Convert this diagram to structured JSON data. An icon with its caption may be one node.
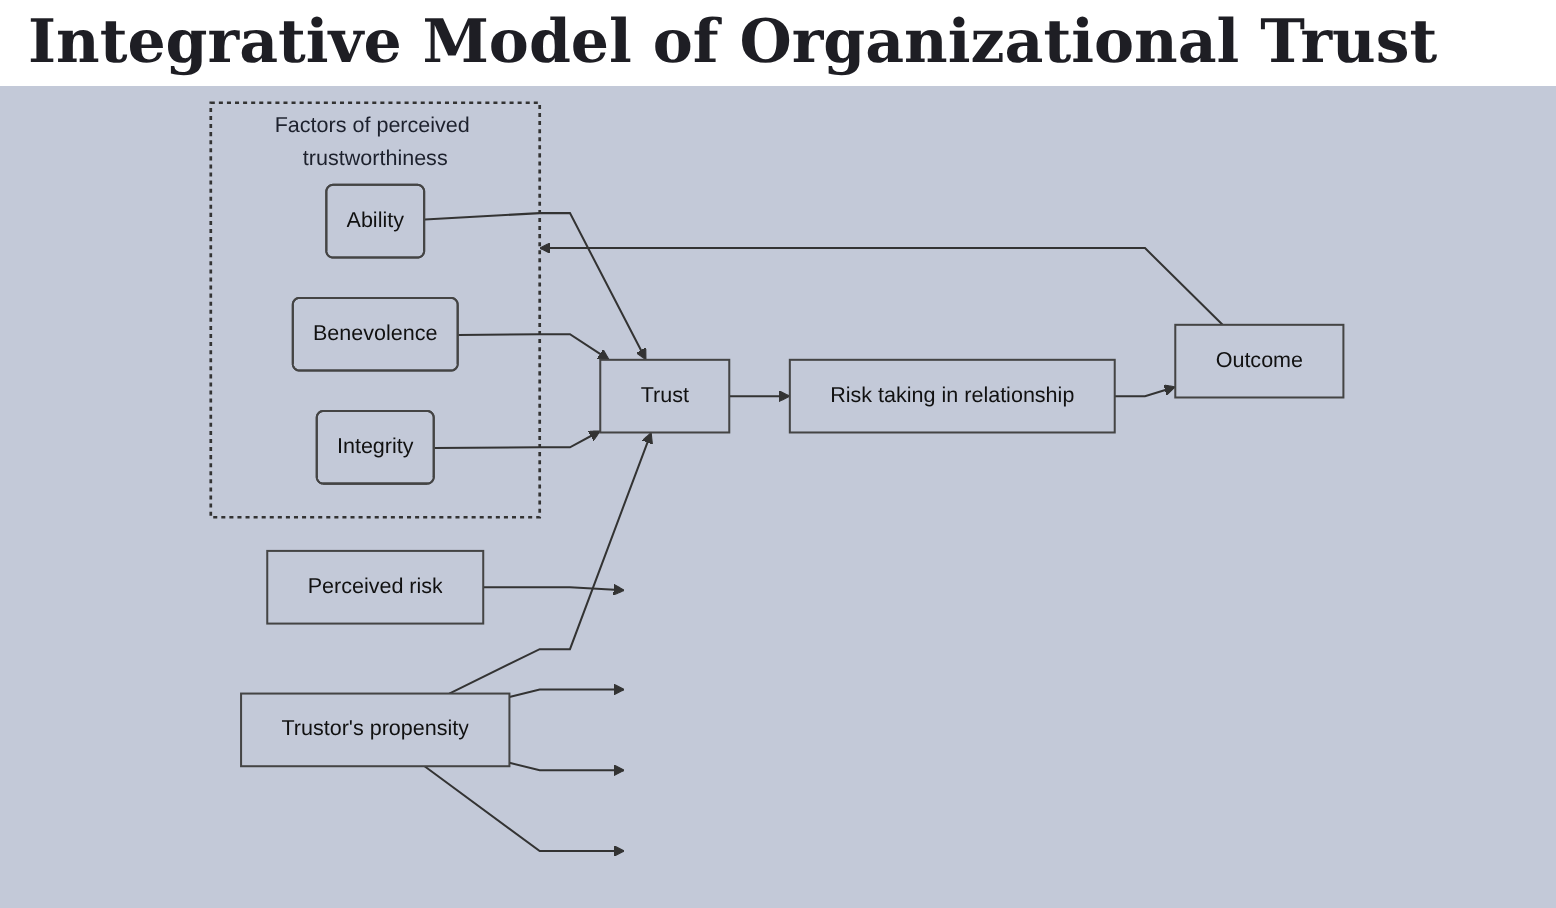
{
  "diagram": {
    "title": "Integrative Model of Organizational Trust",
    "nodes": [
      {
        "text": [
          "Factors of perceived trustworthiness"
        ]
      },
      {
        "text": [
          "Ability"
        ],
        "in": 0
      },
      {
        "text": [
          "Benevolence"
        ],
        "in": 0
      },
      {
        "text": [
          "Integrity"
        ],
        "in": 0
      },
      {
        "text": [
          "Trust"
        ]
      },
      {
        "text": [
          "Perceived risk"
        ]
      },
      {
        "text": [
          "Risk taking in relationship"
        ]
      },
      {
        "text": [
          "Outcome"
        ]
      },
      {
        "text": [
          "Trustor's propensity"
        ]
      }
    ],
    "edges": [
      {
        "from": 1,
        "to": 4,
        "arrow": "to"
      },
      {
        "from": 2,
        "to": 4,
        "arrow": "to"
      },
      {
        "from": 3,
        "to": 4,
        "arrow": "to"
      },
      {
        "from": 4,
        "to": 6,
        "arrow": "to"
      },
      {
        "from": 5,
        "to": null,
        "arrow": "to"
      },
      {
        "from": 6,
        "to": 7,
        "arrow": "to"
      },
      {
        "from": 7,
        "to": 0,
        "arrow": "to"
      },
      {
        "from": 8,
        "to": 4,
        "arrow": "to"
      },
      {
        "from": 8,
        "to": null,
        "arrow": "to"
      },
      {
        "from": 8,
        "to": null,
        "arrow": "to"
      },
      {
        "from": 8,
        "to": null,
        "arrow": "to"
      }
    ]
  }
}
